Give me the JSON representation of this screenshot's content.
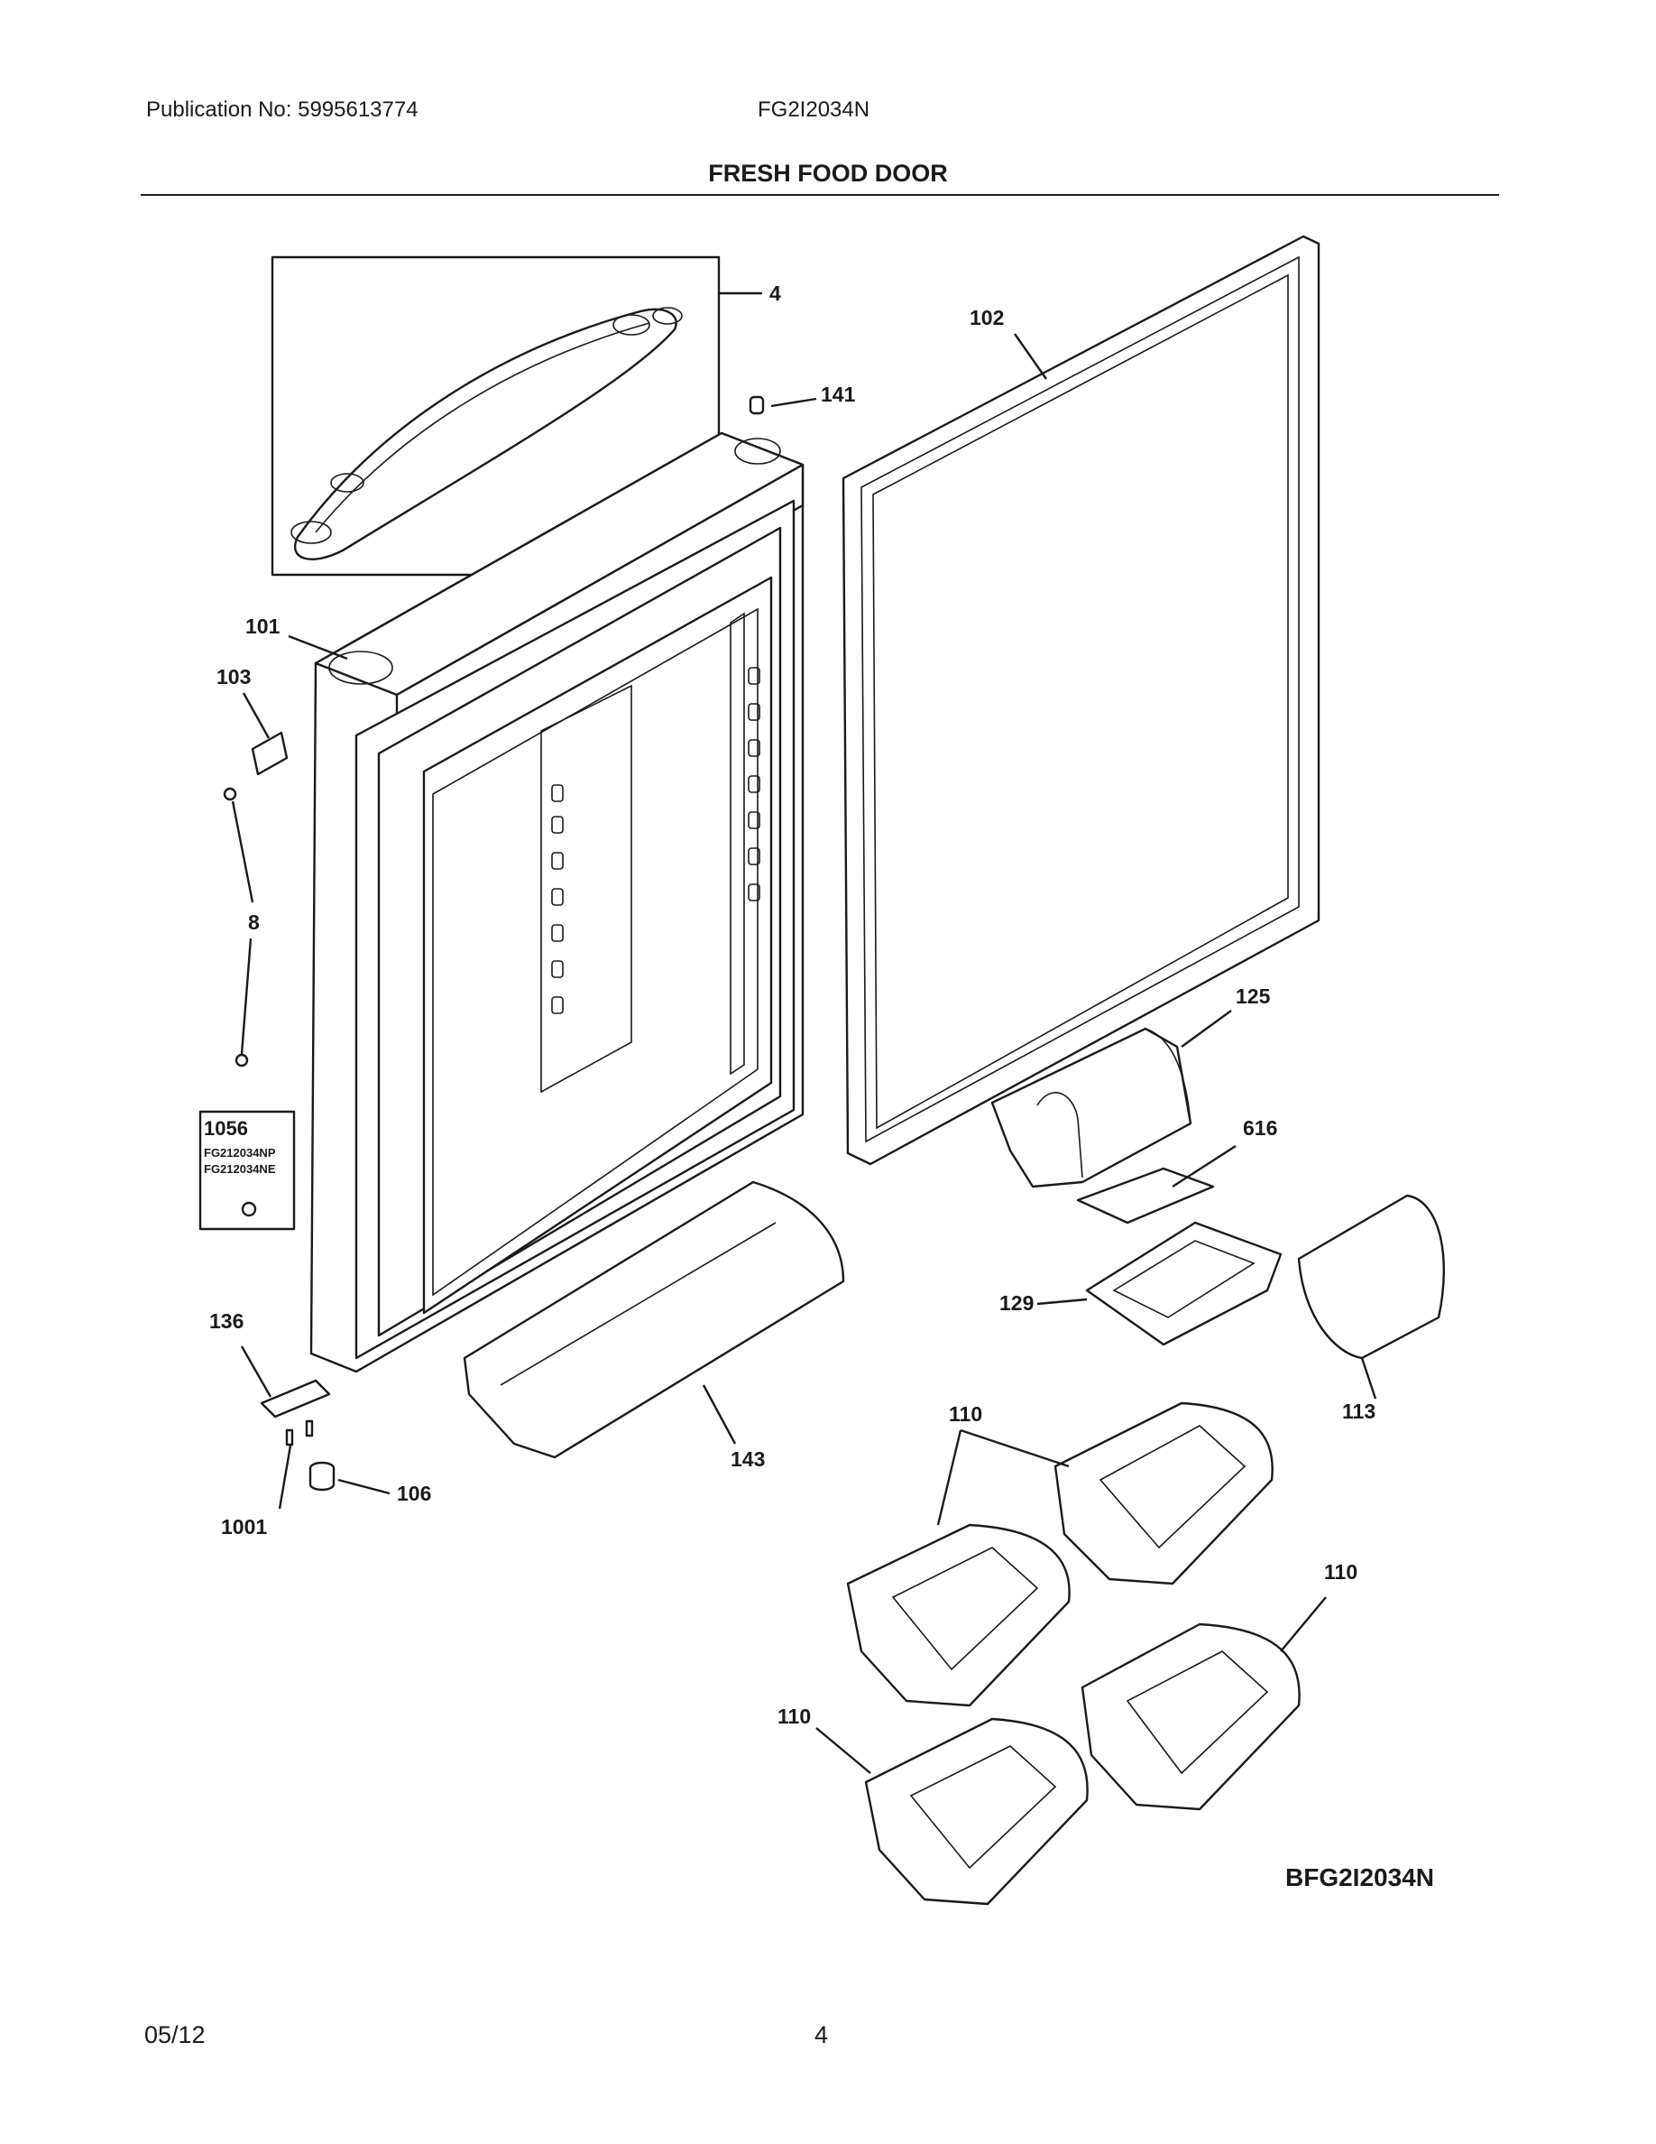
{
  "header": {
    "publication": "Publication No: 5995613774",
    "model": "FG2I2034N",
    "title": "FRESH FOOD DOOR"
  },
  "callouts": {
    "c4": "4",
    "c102": "102",
    "c141": "141",
    "c101": "101",
    "c103": "103",
    "c8": "8",
    "c125": "125",
    "c616": "616",
    "c1056": "1056",
    "c129": "129",
    "c136": "136",
    "c113": "113",
    "c110a": "110",
    "c143": "143",
    "c106": "106",
    "c1001": "1001",
    "c110b": "110",
    "c110c": "110"
  },
  "inset_box": {
    "number": "1056",
    "models": [
      "FG212034NP",
      "FG212034NE"
    ]
  },
  "diagram_code": "BFG2I2034N",
  "footer": {
    "date": "05/12",
    "page": "4"
  }
}
